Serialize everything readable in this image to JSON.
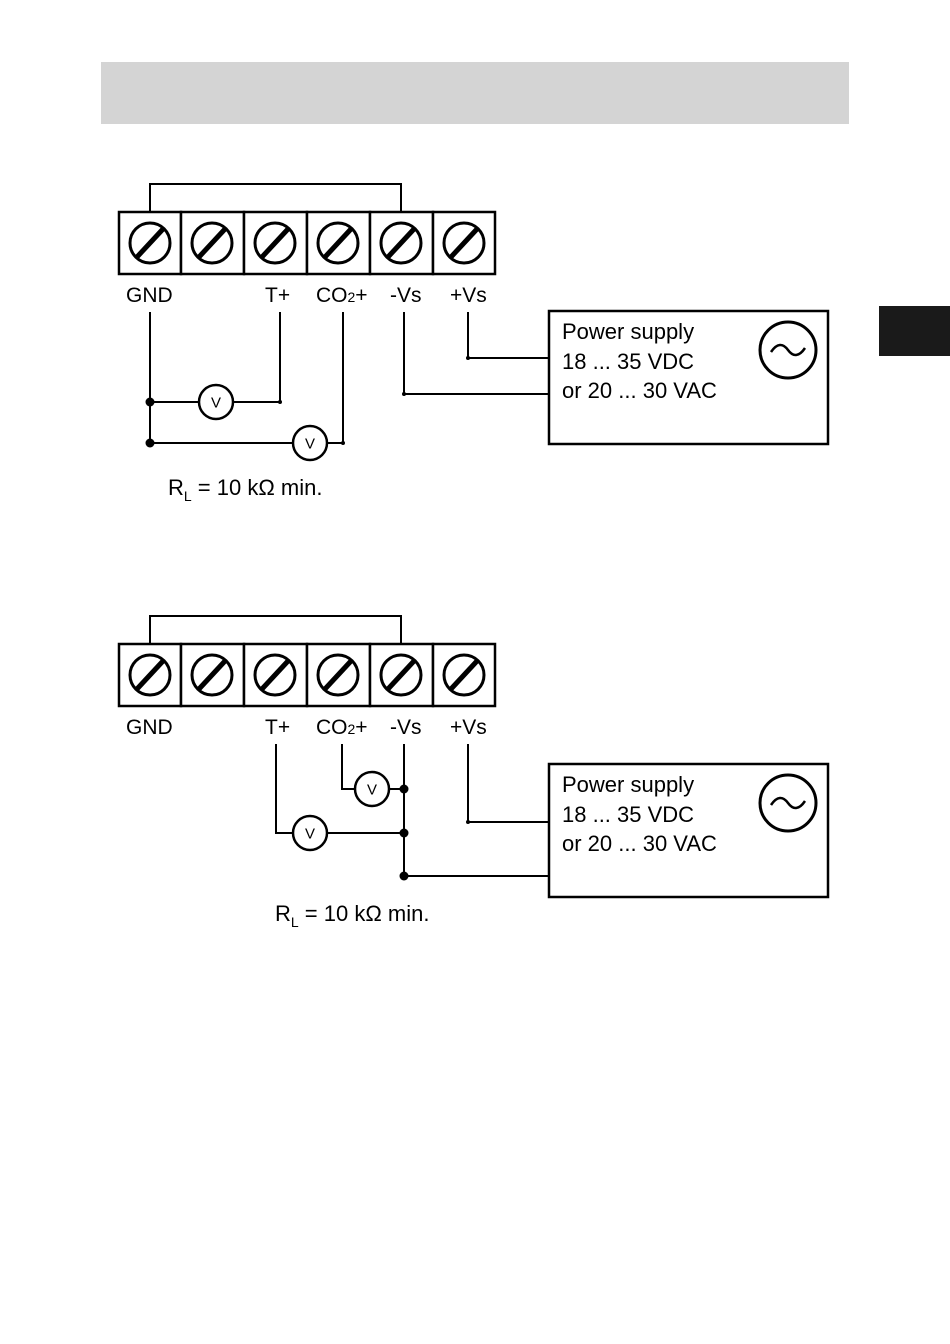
{
  "header": {
    "title": ""
  },
  "terminals": [
    "GND",
    "",
    "T+",
    "CO2+",
    "-Vs",
    "+Vs"
  ],
  "power_supply": {
    "line1": "Power supply",
    "line2": "18 ... 35 VDC",
    "line3": "or 20 ... 30 VAC"
  },
  "voltmeter_label": "V",
  "load": {
    "prefix": "R",
    "subscript": "L",
    "value": " = 10 kΩ min."
  },
  "colors": {
    "header_bar": "#d4d4d4",
    "side_tab": "#1a1a1a",
    "line": "#000000"
  },
  "icons": {
    "ac_symbol": "ac-sine-icon",
    "terminal_screw": "screw-icon"
  }
}
